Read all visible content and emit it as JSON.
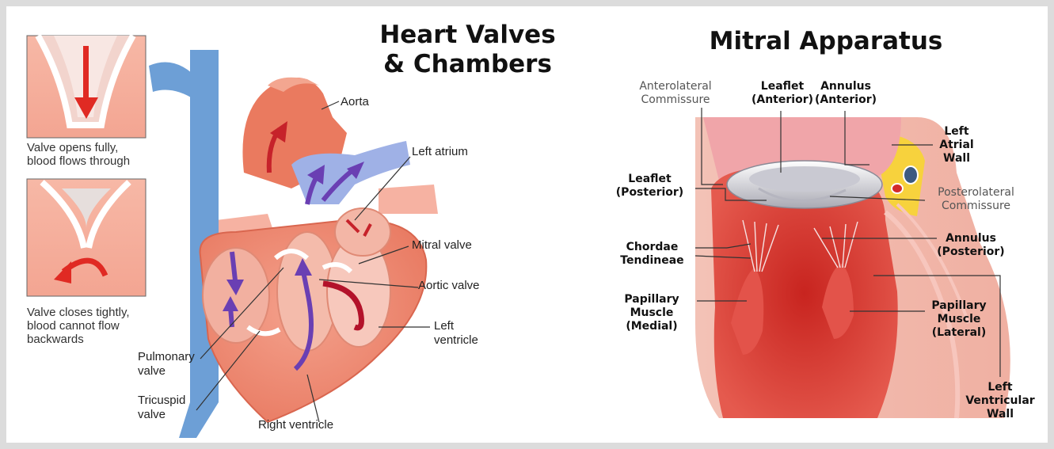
{
  "titles": {
    "left": "Heart Valves\n& Chambers",
    "right": "Mitral Apparatus"
  },
  "valve_panels": {
    "open_caption": "Valve opens fully,\nblood flows through",
    "closed_caption": "Valve closes tightly,\nblood cannot flow\nbackwards"
  },
  "heart_labels": {
    "aorta": "Aorta",
    "left_atrium": "Left atrium",
    "mitral_valve": "Mitral valve",
    "aortic_valve": "Aortic valve",
    "left_ventricle": "Left\nventricle",
    "pulmonary_valve": "Pulmonary\nvalve",
    "tricuspid_valve": "Tricuspid\nvalve",
    "right_ventricle": "Right ventricle"
  },
  "mitral_labels": {
    "anterolateral_commissure": "Anterolateral\nCommissure",
    "leaflet_anterior": "Leaflet\n(Anterior)",
    "annulus_anterior": "Annulus\n(Anterior)",
    "left_atrial_wall": "Left\nAtrial\nWall",
    "leaflet_posterior": "Leaflet\n(Posterior)",
    "posterolateral_commissure": "Posterolateral\nCommissure",
    "chordae_tendineae": "Chordae\nTendineae",
    "annulus_posterior": "Annulus\n(Posterior)",
    "papillary_medial": "Papillary\nMuscle\n(Medial)",
    "papillary_lateral": "Papillary\nMuscle\n(Lateral)",
    "left_ventricular_wall": "Left\nVentricular\nWall"
  }
}
